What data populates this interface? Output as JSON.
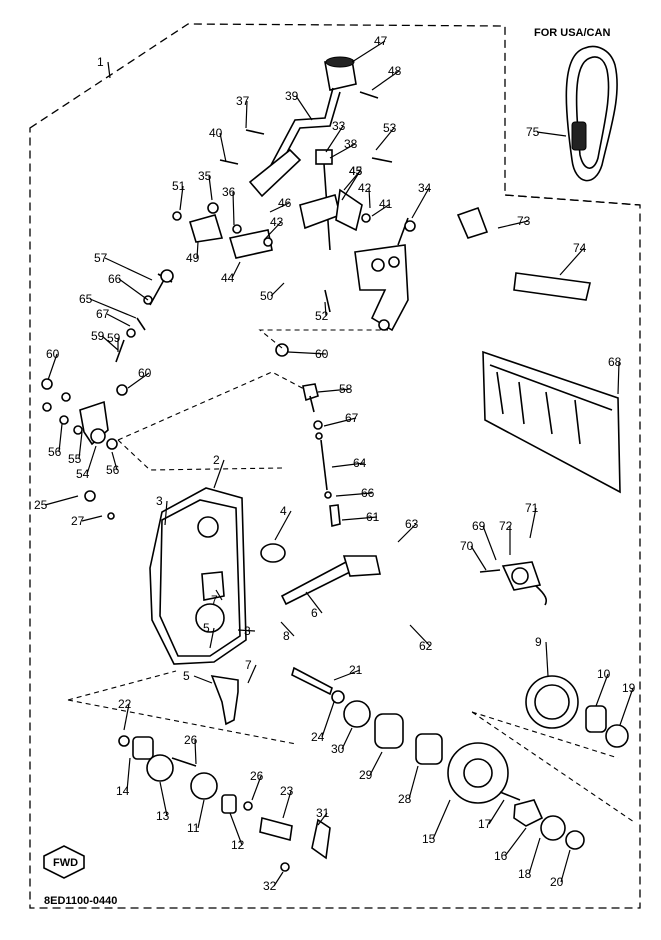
{
  "region_caption": "FOR USA/CAN",
  "drawing_code": "8ED1100-0440",
  "fwd_label": "FWD",
  "callouts": [
    "1",
    "2",
    "3",
    "3",
    "4",
    "5",
    "5",
    "6",
    "7",
    "7",
    "8",
    "9",
    "10",
    "11",
    "12",
    "13",
    "14",
    "15",
    "16",
    "17",
    "18",
    "19",
    "20",
    "21",
    "22",
    "23",
    "24",
    "25",
    "26",
    "26",
    "27",
    "28",
    "29",
    "30",
    "31",
    "32",
    "33",
    "34",
    "35",
    "36",
    "37",
    "38",
    "39",
    "40",
    "41",
    "42",
    "43",
    "43",
    "44",
    "45",
    "46",
    "47",
    "48",
    "49",
    "50",
    "51",
    "52",
    "53",
    "54",
    "55",
    "56",
    "56",
    "57",
    "58",
    "59",
    "59",
    "60",
    "60",
    "60",
    "61",
    "62",
    "63",
    "64",
    "65",
    "66",
    "66",
    "67",
    "67",
    "68",
    "69",
    "70",
    "71",
    "72",
    "73",
    "74",
    "75"
  ]
}
